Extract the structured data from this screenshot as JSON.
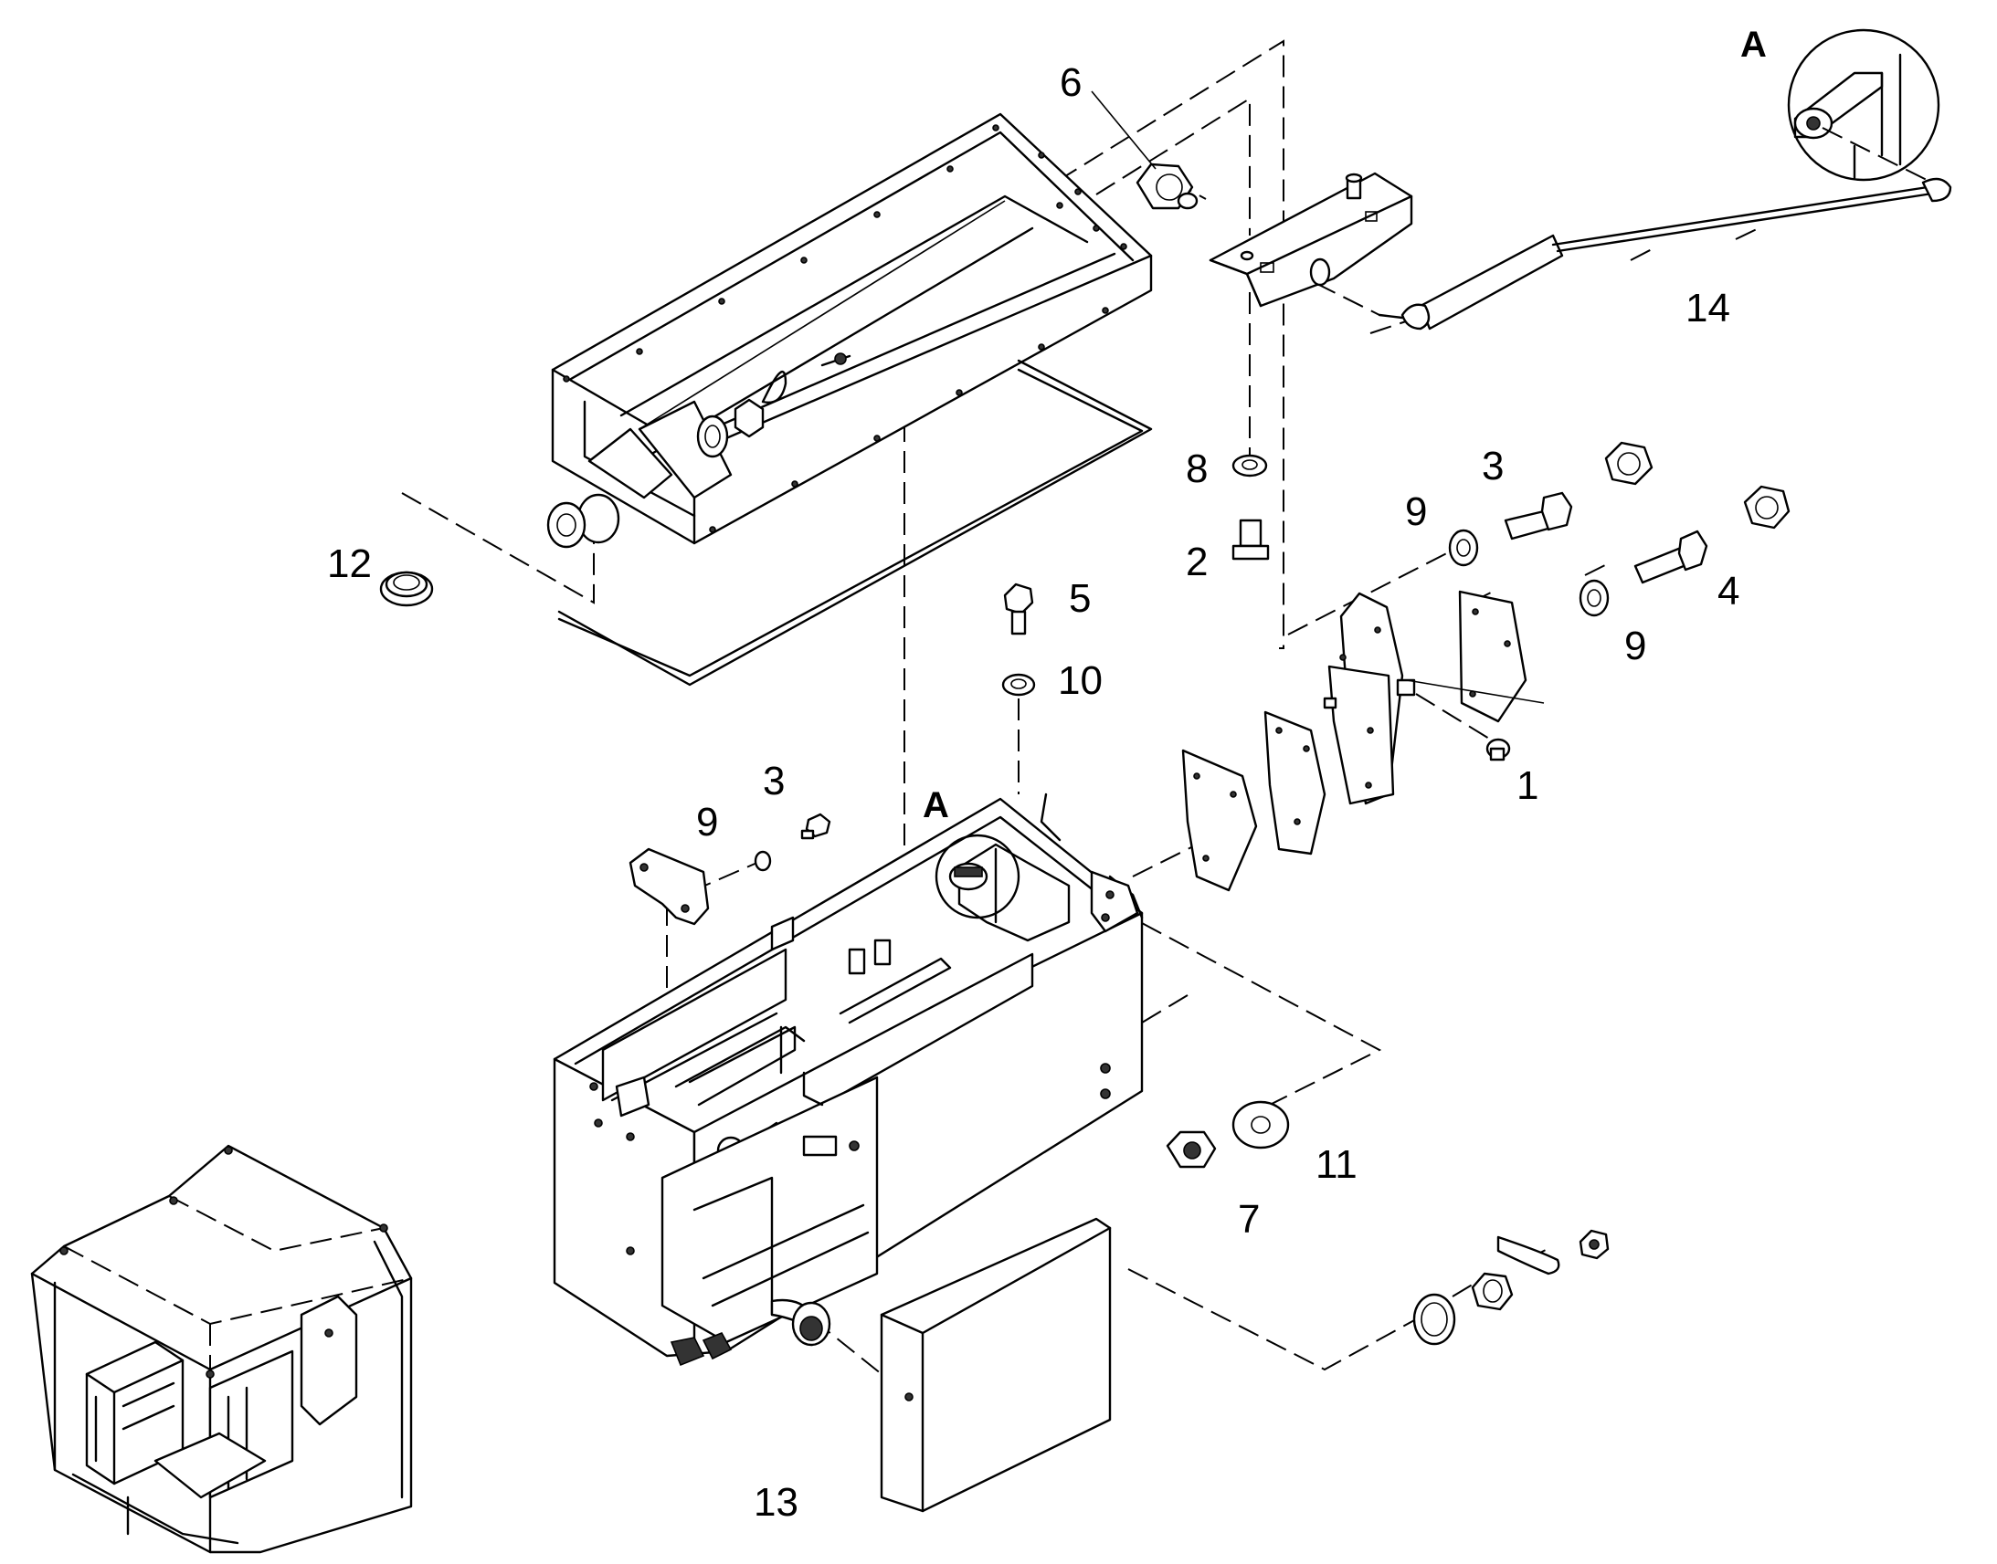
{
  "callouts": {
    "c1": "1",
    "c2": "2",
    "c3a": "3",
    "c3b": "3",
    "c4": "4",
    "c5": "5",
    "c6": "6",
    "c7": "7",
    "c8": "8",
    "c9a": "9",
    "c9b": "9",
    "c9c": "9",
    "c10": "10",
    "c11": "11",
    "c12": "12",
    "c13": "13",
    "c14": "14"
  },
  "details": {
    "detail_a_top": "A",
    "detail_a_body": "A"
  }
}
